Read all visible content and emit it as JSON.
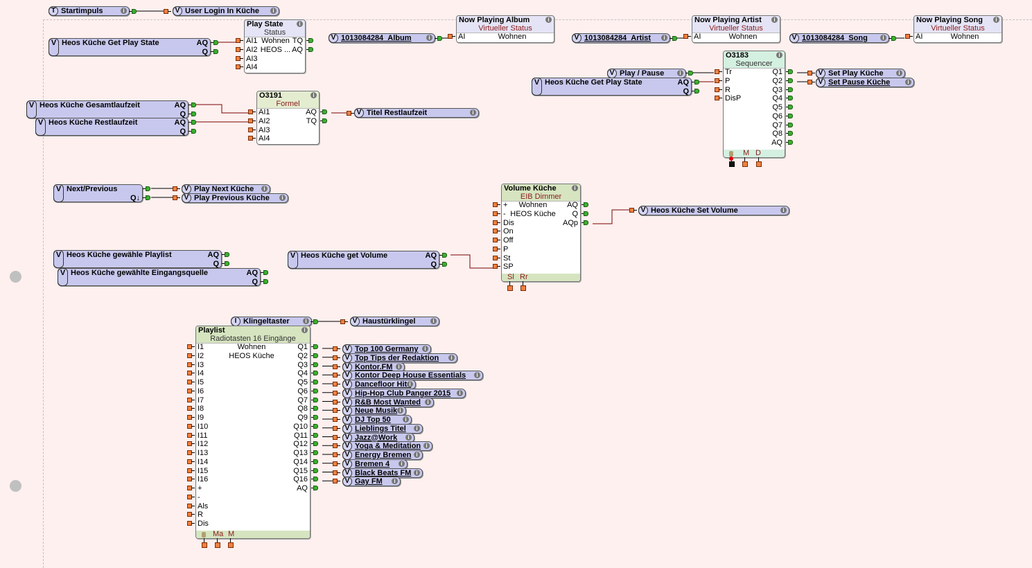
{
  "canvas": {
    "background": "#fdf0ef",
    "colors": {
      "variable_fill": "#c8c8ee",
      "input_pin": "#f08040",
      "output_pin": "#3cb030",
      "wire_dark_red": "#7a0000",
      "wire_black": "#000000",
      "status_header": "#e4e4f6",
      "formel_header": "#e4ecd0",
      "sequencer_header": "#d4f0e0",
      "dimmer_header": "#d6e4c0",
      "subtitle_red": "#8b1a1a"
    }
  },
  "connectors": [
    {
      "id": "startimpuls",
      "tag": "T",
      "label": "Startimpuls",
      "icon": "info-icon"
    },
    {
      "id": "user-login",
      "tag": "V",
      "label": "User Login In Küche",
      "icon": "info-icon"
    },
    {
      "id": "album-var",
      "tag": "V",
      "label": "1013084284_Album",
      "icon": "info-icon"
    },
    {
      "id": "artist-var",
      "tag": "V",
      "label": "1013084284_Artist",
      "icon": "info-icon"
    },
    {
      "id": "song-var",
      "tag": "V",
      "label": "1013084284_Song",
      "icon": "info-icon"
    },
    {
      "id": "play-pause",
      "tag": "V",
      "label": "Play / Pause",
      "icon": "info-icon"
    },
    {
      "id": "set-play",
      "tag": "V",
      "label": "Set Play Küche",
      "icon": "info-icon"
    },
    {
      "id": "set-pause",
      "tag": "V",
      "label": "Set Pause Küche",
      "icon": "info-icon"
    },
    {
      "id": "titel-restlaufzeit",
      "tag": "V",
      "label": "Titel Restlaufzeit",
      "icon": "info-icon"
    },
    {
      "id": "play-next",
      "tag": "V",
      "label": "Play Next Küche",
      "icon": "info-icon"
    },
    {
      "id": "play-previous",
      "tag": "V",
      "label": "Play Previous Küche",
      "icon": "info-icon"
    },
    {
      "id": "set-volume",
      "tag": "V",
      "label": "Heos Küche Set Volume",
      "icon": "info-icon"
    },
    {
      "id": "klingeltaster",
      "tag": "I",
      "label": "Klingeltaster",
      "icon": "info-icon"
    },
    {
      "id": "haustuerklingel",
      "tag": "V",
      "label": "Haustürklingel",
      "icon": "info-icon"
    }
  ],
  "variable_blocks": [
    {
      "id": "get-play-state-1",
      "tag": "V",
      "label": "Heos Küche Get Play State",
      "ports": [
        "AQ",
        "Q"
      ]
    },
    {
      "id": "get-play-state-2",
      "tag": "V",
      "label": "Heos Küche Get Play State",
      "ports": [
        "AQ",
        "Q"
      ]
    },
    {
      "id": "gesamtlaufzeit",
      "tag": "V",
      "label": "Heos Küche Gesamtlaufzeit",
      "ports": [
        "AQ",
        "Q"
      ]
    },
    {
      "id": "restlaufzeit",
      "tag": "V",
      "label": "Heos Küche Restlaufzeit",
      "ports": [
        "AQ",
        "Q"
      ]
    },
    {
      "id": "next-previous",
      "tag": "V",
      "label": "Next/Previous",
      "ports": [
        "",
        "Q↓"
      ]
    },
    {
      "id": "gewaehlte-playlist",
      "tag": "V",
      "label": "Heos Küche gewähle Playlist",
      "ports": [
        "AQ",
        "Q"
      ]
    },
    {
      "id": "eingangsquelle",
      "tag": "V",
      "label": "Heos Küche gewählte Eingangsquelle",
      "ports": [
        "AQ",
        "Q"
      ]
    },
    {
      "id": "get-volume",
      "tag": "V",
      "label": "Heos Küche get Volume",
      "ports": [
        "AQ",
        "Q"
      ]
    }
  ],
  "blocks": {
    "play_state": {
      "title": "Play State",
      "subtitle": "Status",
      "inputs": [
        "AI1",
        "AI2",
        "AI3",
        "AI4"
      ],
      "params": [
        "Wohnen",
        "HEOS ..."
      ],
      "outputs": [
        "TQ",
        "AQ"
      ]
    },
    "now_album": {
      "title": "Now Playing Album",
      "subtitle": "Virtueller Status",
      "inputs": [
        "AI"
      ],
      "params": [
        "Wohnen"
      ]
    },
    "now_artist": {
      "title": "Now Playing Artist",
      "subtitle": "Virtueller Status",
      "inputs": [
        "AI"
      ],
      "params": [
        "Wohnen"
      ]
    },
    "now_song": {
      "title": "Now Playing Song",
      "subtitle": "Virtueller Status",
      "inputs": [
        "AI"
      ],
      "params": [
        "Wohnen"
      ]
    },
    "formel": {
      "title": "O3191",
      "subtitle": "Formel",
      "inputs": [
        "AI1",
        "AI2",
        "AI3",
        "AI4"
      ],
      "outputs": [
        "AQ",
        "TQ"
      ]
    },
    "sequencer": {
      "title": "O3183",
      "subtitle": "Sequencer",
      "inputs": [
        "Tr",
        "P",
        "R",
        "DisP"
      ],
      "outputs": [
        "Q1",
        "Q2",
        "Q3",
        "Q4",
        "Q5",
        "Q6",
        "Q7",
        "Q8",
        "AQ"
      ],
      "footer": [
        "M",
        "D"
      ]
    },
    "dimmer": {
      "title": "Volume Küche",
      "subtitle": "EIB Dimmer",
      "inputs": [
        "+",
        "-",
        "Dis",
        "On",
        "Off",
        "P",
        "St",
        "SP"
      ],
      "params": [
        "Wohnen",
        "HEOS Küche"
      ],
      "outputs": [
        "AQ",
        "Q",
        "AQp"
      ],
      "footer": [
        "Sl",
        "Rr"
      ]
    },
    "playlist": {
      "title": "Playlist",
      "subtitle": "Radiotasten 16 Eingänge",
      "inputs": [
        "I1",
        "I2",
        "I3",
        "I4",
        "I5",
        "I6",
        "I7",
        "I8",
        "I9",
        "I10",
        "I11",
        "I12",
        "I13",
        "I14",
        "I15",
        "I16",
        "+",
        "-",
        "Als",
        "R",
        "Dis"
      ],
      "params": [
        "Wohnen",
        "HEOS Küche"
      ],
      "outputs": [
        "Q1",
        "Q2",
        "Q3",
        "Q4",
        "Q5",
        "Q6",
        "Q7",
        "Q8",
        "Q9",
        "Q10",
        "Q11",
        "Q12",
        "Q13",
        "Q14",
        "Q15",
        "Q16",
        "AQ"
      ],
      "footer": [
        "Ma",
        "M"
      ]
    }
  },
  "playlist_targets": [
    "Top 100 Germany",
    "Top Tips der Redaktion",
    "Kontor.FM",
    "Kontor Deep House Essentials",
    "Dancefloor Hits",
    "Hip-Hop Club Panger 2015",
    "R&B Most Wanted",
    "Neue Musik",
    "DJ Top 50",
    "Lieblings Titel",
    "Jazz@Work",
    "Yoga & Meditation",
    "Energy Bremen",
    "Bremen 4",
    "Black Beats FM",
    "Gay FM"
  ]
}
